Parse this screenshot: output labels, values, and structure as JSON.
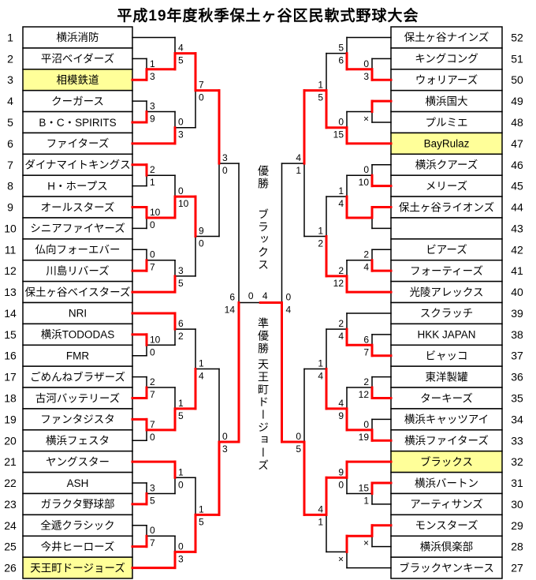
{
  "title": "平成19年度秋季保土ヶ谷区民軟式野球大会",
  "colors": {
    "highlight": "#ffff99",
    "line": "#000000",
    "winner_path": "#ff0000",
    "box_fill": "#ffffff"
  },
  "center": {
    "champion_label": "優勝",
    "champion": "ブラックス",
    "runner_up_label": "準優勝",
    "runner_up": "天王町ドージョーズ"
  },
  "final": {
    "score_left": "0",
    "score_right": "4",
    "winner": "right"
  },
  "chart_data": {
    "type": "table",
    "note": "Single-elimination tournament bracket, 52 teams, x = forfeit",
    "champion": "ブラックス",
    "runner_up": "天王町ドージョーズ",
    "final_score": "ブラックス 4 - 0 天王町ドージョーズ",
    "semifinals": [
      "天王町ドージョーズ 14 - 6 相模鉄道",
      "ブラックス 4 - 0 BayRulaz"
    ]
  },
  "left": {
    "teams": [
      {
        "seed": 1,
        "name": "横浜消防",
        "hl": false
      },
      {
        "seed": 2,
        "name": "平沼ベイダーズ",
        "hl": false
      },
      {
        "seed": 3,
        "name": "相模鉄道",
        "hl": true
      },
      {
        "seed": 4,
        "name": "クーガース",
        "hl": false
      },
      {
        "seed": 5,
        "name": "B・C・SPIRITS",
        "hl": false
      },
      {
        "seed": 6,
        "name": "ファイターズ",
        "hl": false
      },
      {
        "seed": 7,
        "name": "ダイナマイトキングス",
        "hl": false
      },
      {
        "seed": 8,
        "name": "H・ホープス",
        "hl": false
      },
      {
        "seed": 9,
        "name": "オールスターズ",
        "hl": false
      },
      {
        "seed": 10,
        "name": "シニアファイヤーズ",
        "hl": false
      },
      {
        "seed": 11,
        "name": "仏向フォーエバー",
        "hl": false
      },
      {
        "seed": 12,
        "name": "川島リバーズ",
        "hl": false
      },
      {
        "seed": 13,
        "name": "保土ヶ谷ベイスターズ",
        "hl": false
      },
      {
        "seed": 14,
        "name": "NRI",
        "hl": false
      },
      {
        "seed": 15,
        "name": "横浜TODODAS",
        "hl": false
      },
      {
        "seed": 16,
        "name": "FMR",
        "hl": false
      },
      {
        "seed": 17,
        "name": "ごめんねブラザーズ",
        "hl": false
      },
      {
        "seed": 18,
        "name": "古河バッテリーズ",
        "hl": false
      },
      {
        "seed": 19,
        "name": "ファンタジスタ",
        "hl": false
      },
      {
        "seed": 20,
        "name": "横浜フェスタ",
        "hl": false
      },
      {
        "seed": 21,
        "name": "ヤングスター",
        "hl": false
      },
      {
        "seed": 22,
        "name": "ASH",
        "hl": false
      },
      {
        "seed": 23,
        "name": "ガラクタ野球部",
        "hl": false
      },
      {
        "seed": 24,
        "name": "全遞クラシック",
        "hl": false
      },
      {
        "seed": 25,
        "name": "今井ヒーローズ",
        "hl": false
      },
      {
        "seed": 26,
        "name": "天王町ドージョーズ",
        "hl": true
      }
    ],
    "matches": [
      {
        "id": "A1",
        "lv": 0,
        "top": "r1",
        "bot": "r2",
        "st": "1",
        "sb": "3",
        "win": "b"
      },
      {
        "id": "A2",
        "lv": 1,
        "top": "r0",
        "bot": "A1",
        "st": "4",
        "sb": "5",
        "win": "b"
      },
      {
        "id": "A3",
        "lv": 0,
        "top": "r3",
        "bot": "r4",
        "st": "3",
        "sb": "9",
        "win": "b"
      },
      {
        "id": "A4",
        "lv": 1,
        "top": "A3",
        "bot": "r5",
        "st": "0",
        "sb": "3",
        "win": "b"
      },
      {
        "id": "A5",
        "lv": 2,
        "top": "A2",
        "bot": "A4",
        "st": "7",
        "sb": "0",
        "win": "t"
      },
      {
        "id": "B1",
        "lv": 0,
        "top": "r6",
        "bot": "r7",
        "st": "2",
        "sb": "1",
        "win": "t"
      },
      {
        "id": "B2",
        "lv": 0,
        "top": "r8",
        "bot": "r9",
        "st": "10",
        "sb": "0",
        "win": "t"
      },
      {
        "id": "B3",
        "lv": 1,
        "top": "B1",
        "bot": "B2",
        "st": "0",
        "sb": "10",
        "win": "b"
      },
      {
        "id": "B4",
        "lv": 0,
        "top": "r10",
        "bot": "r11",
        "st": "0",
        "sb": "7",
        "win": "b"
      },
      {
        "id": "B5",
        "lv": 1,
        "top": "B4",
        "bot": "r12",
        "st": "3",
        "sb": "5",
        "win": "b"
      },
      {
        "id": "B6",
        "lv": 2,
        "top": "B3",
        "bot": "B5",
        "st": "9",
        "sb": "0",
        "win": "t"
      },
      {
        "id": "Q1",
        "lv": 3,
        "top": "A5",
        "bot": "B6",
        "st": "3",
        "sb": "0",
        "win": "t"
      },
      {
        "id": "C1",
        "lv": 0,
        "top": "r14",
        "bot": "r15",
        "st": "10",
        "sb": "0",
        "win": "t"
      },
      {
        "id": "C2",
        "lv": 1,
        "top": "r13",
        "bot": "C1",
        "st": "6",
        "sb": "2",
        "win": "t"
      },
      {
        "id": "C3",
        "lv": 0,
        "top": "r16",
        "bot": "r17",
        "st": "2",
        "sb": "7",
        "win": "b"
      },
      {
        "id": "C4",
        "lv": 0,
        "top": "r18",
        "bot": "r19",
        "st": "7",
        "sb": "0",
        "win": "t"
      },
      {
        "id": "C5",
        "lv": 1,
        "top": "C3",
        "bot": "C4",
        "st": "1",
        "sb": "5",
        "win": "b"
      },
      {
        "id": "C6",
        "lv": 2,
        "top": "C2",
        "bot": "C5",
        "st": "1",
        "sb": "4",
        "win": "b"
      },
      {
        "id": "D1",
        "lv": 0,
        "top": "r21",
        "bot": "r22",
        "st": "3",
        "sb": "5",
        "win": "b"
      },
      {
        "id": "D2",
        "lv": 1,
        "top": "r20",
        "bot": "D1",
        "st": "1",
        "sb": "0",
        "win": "t"
      },
      {
        "id": "D3",
        "lv": 0,
        "top": "r23",
        "bot": "r24",
        "st": "0",
        "sb": "7",
        "win": "b"
      },
      {
        "id": "D4",
        "lv": 1,
        "top": "D3",
        "bot": "r25",
        "st": "0",
        "sb": "3",
        "win": "b"
      },
      {
        "id": "D5",
        "lv": 2,
        "top": "D2",
        "bot": "D4",
        "st": "1",
        "sb": "5",
        "win": "b"
      },
      {
        "id": "Q2",
        "lv": 3,
        "top": "C6",
        "bot": "D5",
        "st": "0",
        "sb": "3",
        "win": "b"
      },
      {
        "id": "SF",
        "lv": 4,
        "top": "Q1",
        "bot": "Q2",
        "st": "6",
        "sb": "14",
        "win": "b",
        "flip": true
      }
    ]
  },
  "right": {
    "teams": [
      {
        "seed": 52,
        "name": "保土ヶ谷ナインズ",
        "hl": false
      },
      {
        "seed": 51,
        "name": "キングコング",
        "hl": false
      },
      {
        "seed": 50,
        "name": "ウォリアーズ",
        "hl": false
      },
      {
        "seed": 49,
        "name": "横浜国大",
        "hl": false
      },
      {
        "seed": 48,
        "name": "プルミエ",
        "hl": false
      },
      {
        "seed": 47,
        "name": "BayRulaz",
        "hl": true
      },
      {
        "seed": 46,
        "name": "横浜クアーズ",
        "hl": false
      },
      {
        "seed": 45,
        "name": "メリーズ",
        "hl": false
      },
      {
        "seed": 44,
        "name": "保土ヶ谷ライオンズ",
        "hl": false
      },
      {
        "seed": 43,
        "name": "",
        "hl": false
      },
      {
        "seed": 42,
        "name": "ビアーズ",
        "hl": false
      },
      {
        "seed": 41,
        "name": "フォーティーズ",
        "hl": false
      },
      {
        "seed": 40,
        "name": "光陵アレックス",
        "hl": false
      },
      {
        "seed": 39,
        "name": "スクラッチ",
        "hl": false
      },
      {
        "seed": 38,
        "name": "HKK JAPAN",
        "hl": false
      },
      {
        "seed": 37,
        "name": "ビャッコ",
        "hl": false
      },
      {
        "seed": 36,
        "name": "東洋製罐",
        "hl": false
      },
      {
        "seed": 35,
        "name": "ターキーズ",
        "hl": false
      },
      {
        "seed": 34,
        "name": "横浜キャッツアイ",
        "hl": false
      },
      {
        "seed": 33,
        "name": "横浜ファイターズ",
        "hl": false
      },
      {
        "seed": 32,
        "name": "ブラックス",
        "hl": true
      },
      {
        "seed": 31,
        "name": "横浜バートン",
        "hl": false
      },
      {
        "seed": 30,
        "name": "アーティサンズ",
        "hl": false
      },
      {
        "seed": 29,
        "name": "モンスターズ",
        "hl": false
      },
      {
        "seed": 28,
        "name": "横浜倶楽部",
        "hl": false
      },
      {
        "seed": 27,
        "name": "ブラックヤンキース",
        "hl": false
      }
    ],
    "matches": [
      {
        "id": "A1",
        "lv": 0,
        "top": "r1",
        "bot": "r2",
        "st": "0",
        "sb": "3",
        "win": "b"
      },
      {
        "id": "A2",
        "lv": 1,
        "top": "r0",
        "bot": "A1",
        "st": "5",
        "sb": "6",
        "win": "b"
      },
      {
        "id": "A3",
        "lv": 0,
        "top": "r3",
        "bot": "r4",
        "st": "",
        "sb": "×",
        "win": "t"
      },
      {
        "id": "A4",
        "lv": 1,
        "top": "A3",
        "bot": "r5",
        "st": "0",
        "sb": "15",
        "win": "b"
      },
      {
        "id": "A5",
        "lv": 2,
        "top": "A2",
        "bot": "A4",
        "st": "1",
        "sb": "5",
        "win": "b"
      },
      {
        "id": "B1",
        "lv": 0,
        "top": "r6",
        "bot": "r7",
        "st": "0",
        "sb": "10",
        "win": "b"
      },
      {
        "id": "B2",
        "lv": 0,
        "top": "r8",
        "bot": "r9",
        "st": "",
        "sb": "",
        "win": "t"
      },
      {
        "id": "B3",
        "lv": 1,
        "top": "B1",
        "bot": "B2",
        "st": "1",
        "sb": "4",
        "win": "b"
      },
      {
        "id": "B4",
        "lv": 0,
        "top": "r10",
        "bot": "r11",
        "st": "2",
        "sb": "4",
        "win": "b"
      },
      {
        "id": "B5",
        "lv": 1,
        "top": "B4",
        "bot": "r12",
        "st": "2",
        "sb": "12",
        "win": "b"
      },
      {
        "id": "B6",
        "lv": 2,
        "top": "B3",
        "bot": "B5",
        "st": "1",
        "sb": "2",
        "win": "b"
      },
      {
        "id": "Q1",
        "lv": 3,
        "top": "A5",
        "bot": "B6",
        "st": "4",
        "sb": "1",
        "win": "t"
      },
      {
        "id": "C1",
        "lv": 0,
        "top": "r14",
        "bot": "r15",
        "st": "6",
        "sb": "7",
        "win": "b"
      },
      {
        "id": "C2",
        "lv": 1,
        "top": "r13",
        "bot": "C1",
        "st": "2",
        "sb": "4",
        "win": "b"
      },
      {
        "id": "C3",
        "lv": 0,
        "top": "r16",
        "bot": "r17",
        "st": "2",
        "sb": "12",
        "win": "b"
      },
      {
        "id": "C4",
        "lv": 0,
        "top": "r18",
        "bot": "r19",
        "st": "0",
        "sb": "19",
        "win": "b"
      },
      {
        "id": "C5",
        "lv": 1,
        "top": "C3",
        "bot": "C4",
        "st": "4",
        "sb": "9",
        "win": "b"
      },
      {
        "id": "C6",
        "lv": 2,
        "top": "C2",
        "bot": "C5",
        "st": "1",
        "sb": "4",
        "win": "b"
      },
      {
        "id": "D1",
        "lv": 0,
        "top": "r21",
        "bot": "r22",
        "st": "15",
        "sb": "1",
        "win": "t"
      },
      {
        "id": "D2",
        "lv": 1,
        "top": "r20",
        "bot": "D1",
        "st": "9",
        "sb": "0",
        "win": "t"
      },
      {
        "id": "D3",
        "lv": 0,
        "top": "r23",
        "bot": "r24",
        "st": "",
        "sb": "×",
        "win": "t"
      },
      {
        "id": "D4",
        "lv": 1,
        "top": "D3",
        "bot": "r25",
        "st": "",
        "sb": "×",
        "win": "t"
      },
      {
        "id": "D5",
        "lv": 2,
        "top": "D2",
        "bot": "D4",
        "st": "4",
        "sb": "1",
        "win": "t"
      },
      {
        "id": "Q2",
        "lv": 3,
        "top": "C6",
        "bot": "D5",
        "st": "0",
        "sb": "5",
        "win": "b"
      },
      {
        "id": "SF",
        "lv": 4,
        "top": "Q1",
        "bot": "Q2",
        "st": "0",
        "sb": "4",
        "win": "b",
        "flip": true
      }
    ]
  }
}
